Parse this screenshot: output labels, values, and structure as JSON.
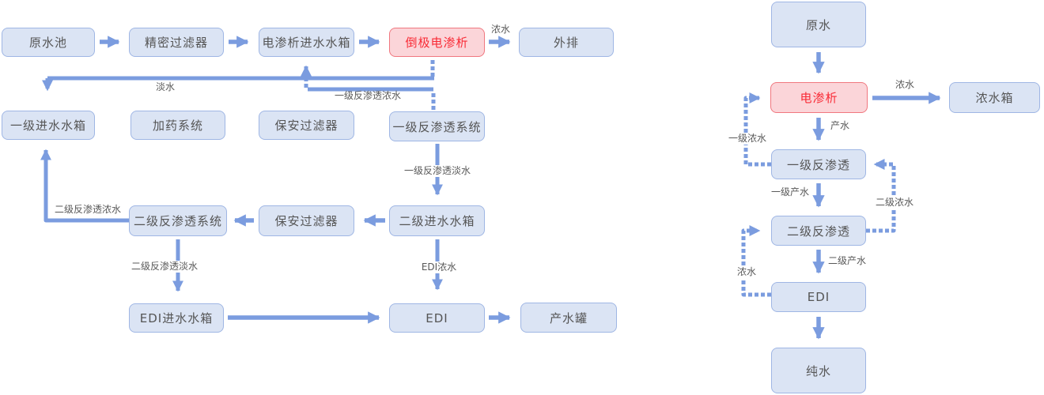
{
  "colors": {
    "flow_line": "#7b9cdf",
    "box_fill": "#dbe4f4",
    "box_border": "#9fb6e4",
    "box_text": "#555555",
    "highlight_fill": "#fbd5d9",
    "highlight_border": "#f0777f",
    "highlight_text": "#f92a35",
    "label_text": "#595959"
  },
  "left_diagram": {
    "nodes": [
      {
        "id": "raw-water-pool",
        "label": "原水池"
      },
      {
        "id": "precision-filter",
        "label": "精密过滤器"
      },
      {
        "id": "ed-feed-tank",
        "label": "电渗析进水水箱"
      },
      {
        "id": "edr",
        "label": "倒极电渗析",
        "highlight": true
      },
      {
        "id": "discharge",
        "label": "外排"
      },
      {
        "id": "stage1-feed-tank",
        "label": "一级进水水箱"
      },
      {
        "id": "dosing-system",
        "label": "加药系统"
      },
      {
        "id": "security-filter-1",
        "label": "保安过滤器"
      },
      {
        "id": "stage1-ro-system",
        "label": "一级反渗透系统"
      },
      {
        "id": "stage2-ro-system",
        "label": "二级反渗透系统"
      },
      {
        "id": "security-filter-2",
        "label": "保安过滤器"
      },
      {
        "id": "stage2-feed-tank",
        "label": "二级进水水箱"
      },
      {
        "id": "edi-feed-tank",
        "label": "EDI进水水箱"
      },
      {
        "id": "edi",
        "label": "EDI"
      },
      {
        "id": "product-tank",
        "label": "产水罐"
      }
    ],
    "flow_labels": [
      {
        "id": "concentrate",
        "text": "浓水"
      },
      {
        "id": "fresh-water",
        "text": "淡水"
      },
      {
        "id": "stage1-ro-concentrate",
        "text": "一级反渗透浓水"
      },
      {
        "id": "stage1-ro-permeate",
        "text": "一级反渗透淡水"
      },
      {
        "id": "stage2-ro-concentrate",
        "text": "二级反渗透浓水"
      },
      {
        "id": "stage2-ro-permeate",
        "text": "二级反渗透淡水"
      },
      {
        "id": "edi-concentrate",
        "text": "EDI浓水"
      }
    ]
  },
  "right_diagram": {
    "nodes": [
      {
        "id": "raw-water",
        "label": "原水"
      },
      {
        "id": "electrodialysis",
        "label": "电渗析",
        "highlight": true
      },
      {
        "id": "concentrate-tank",
        "label": "浓水箱"
      },
      {
        "id": "stage1-ro",
        "label": "一级反渗透"
      },
      {
        "id": "stage2-ro",
        "label": "二级反渗透"
      },
      {
        "id": "edi",
        "label": "EDI"
      },
      {
        "id": "pure-water",
        "label": "纯水"
      }
    ],
    "flow_labels": [
      {
        "id": "concentrate",
        "text": "浓水"
      },
      {
        "id": "stage1-concentrate",
        "text": "一级浓水"
      },
      {
        "id": "product-water",
        "text": "产水"
      },
      {
        "id": "stage1-product",
        "text": "一级产水"
      },
      {
        "id": "stage2-concentrate",
        "text": "二级浓水"
      },
      {
        "id": "stage2-product",
        "text": "二级产水"
      },
      {
        "id": "edi-concentrate-return",
        "text": "浓水"
      }
    ]
  }
}
